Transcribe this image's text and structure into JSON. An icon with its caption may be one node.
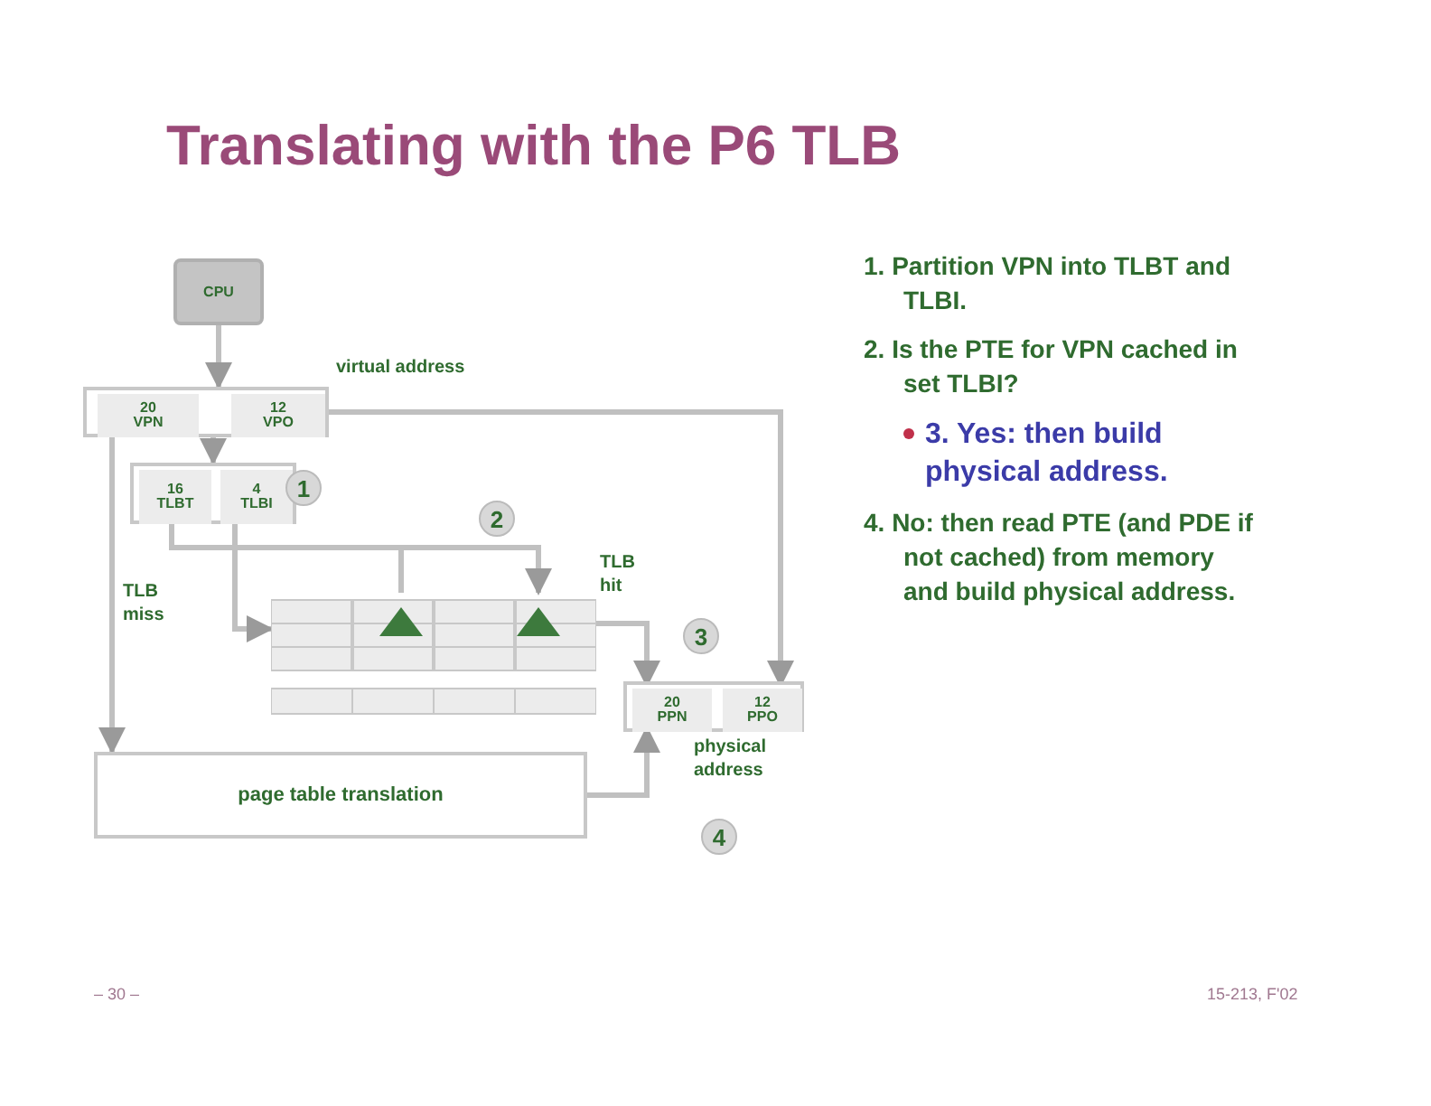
{
  "diagram": {
    "title": "Translating with the P6 TLB",
    "nodes": [
      {
        "text": [
          "CPU"
        ]
      },
      {
        "text": [],
        "shape": "box",
        "beside": [
          "virtual address"
        ]
      },
      {
        "text": [
          "20",
          "VPN"
        ],
        "in": 1
      },
      {
        "text": [
          "12",
          "VPO"
        ],
        "in": 1
      },
      {
        "text": [],
        "shape": "box"
      },
      {
        "text": [
          "16",
          "TLBT"
        ],
        "in": 4
      },
      {
        "text": [
          "4",
          "TLBI"
        ],
        "in": 4
      },
      {
        "text": [
          "1"
        ]
      },
      {
        "text": [
          "2"
        ]
      },
      {
        "text": [],
        "shape": "box"
      },
      {
        "text": [
          "3"
        ]
      },
      {
        "text": [],
        "shape": "box",
        "beside": [
          "physical address"
        ]
      },
      {
        "text": [
          "20",
          "PPN"
        ],
        "in": 11
      },
      {
        "text": [
          "12",
          "PPO"
        ],
        "in": 11
      },
      {
        "text": [
          "4"
        ]
      },
      {
        "text": [
          "page table translation"
        ]
      }
    ],
    "edges": [
      {
        "from": 0,
        "to": 1,
        "arrow": "to"
      },
      {
        "from": 1,
        "to": 4,
        "arrow": "to"
      },
      {
        "from": 2,
        "to": 15,
        "arrow": "to",
        "label": "TLB miss"
      },
      {
        "from": 6,
        "to": 9,
        "arrow": "to"
      },
      {
        "from": 5,
        "to": 9,
        "arrow": "to"
      },
      {
        "from": 9,
        "to": 12,
        "arrow": "to",
        "label": "TLB hit"
      },
      {
        "from": 3,
        "to": 13,
        "arrow": "to"
      },
      {
        "from": 15,
        "to": 12,
        "arrow": "to"
      }
    ],
    "labels": [
      "1. Partition VPN into TLBT and TLBI.",
      "2. Is the PTE for VPN cached in set TLBI?",
      "3. Yes: then build physical address.",
      "4. No: then read PTE (and PDE if not cached) from memory and build physical address.",
      "– 30 –",
      "15-213, F'02"
    ]
  }
}
